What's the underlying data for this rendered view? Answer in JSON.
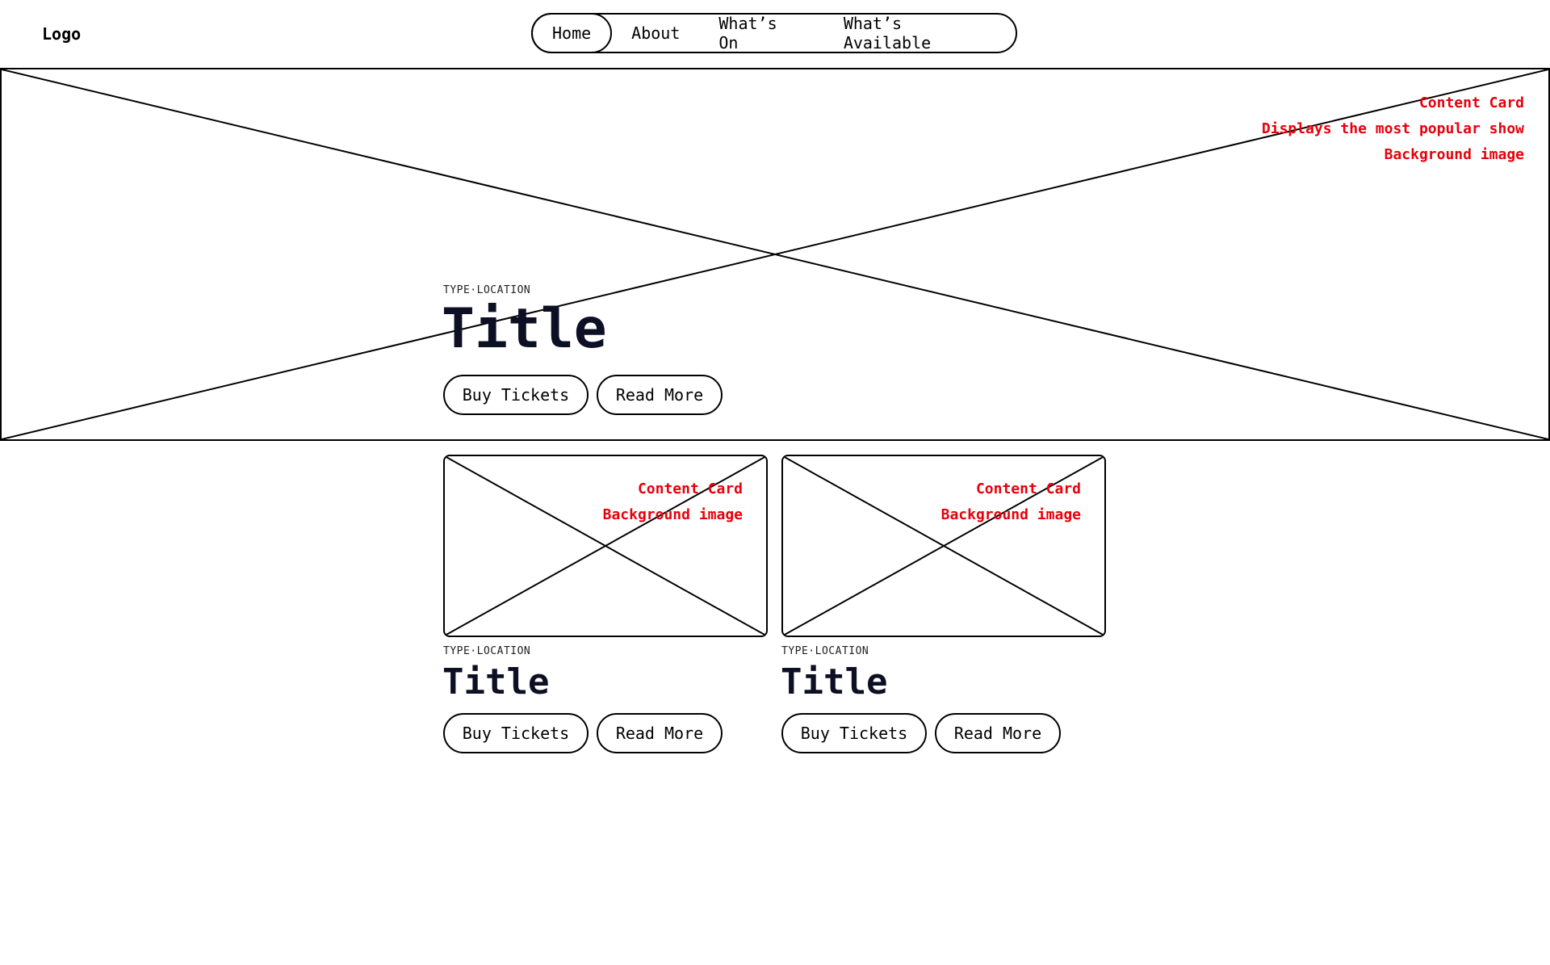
{
  "header": {
    "logo": "Logo",
    "nav": [
      {
        "label": "Home",
        "active": true
      },
      {
        "label": "About",
        "active": false
      },
      {
        "label": "What’s On",
        "active": false
      },
      {
        "label": "What’s Available",
        "active": false
      }
    ]
  },
  "hero": {
    "notes": [
      "Content Card",
      "Displays the most popular show",
      "Background image"
    ],
    "meta": "TYPE·LOCATION",
    "title": "Title",
    "buy_label": "Buy Tickets",
    "read_label": "Read More"
  },
  "cards": [
    {
      "notes": [
        "Content Card",
        "Background image"
      ],
      "meta": "TYPE·LOCATION",
      "title": "Title",
      "buy_label": "Buy Tickets",
      "read_label": "Read More"
    },
    {
      "notes": [
        "Content Card",
        "Background image"
      ],
      "meta": "TYPE·LOCATION",
      "title": "Title",
      "buy_label": "Buy Tickets",
      "read_label": "Read More"
    }
  ],
  "colors": {
    "annotation": "#e8000b",
    "title": "#0d1024",
    "outline": "#000000"
  }
}
